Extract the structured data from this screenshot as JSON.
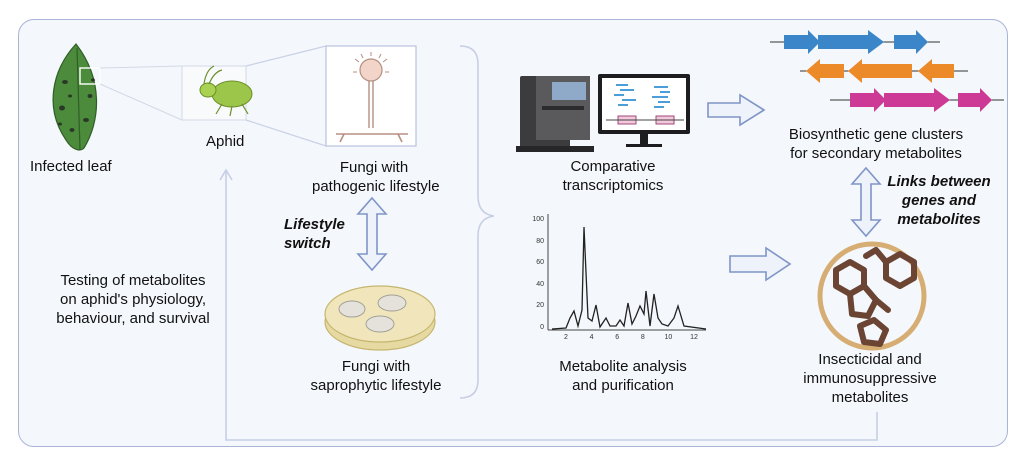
{
  "labels": {
    "infected_leaf": "Infected leaf",
    "aphid": "Aphid",
    "fungi_pathogenic": [
      "Fungi with",
      "pathogenic lifestyle"
    ],
    "lifestyle_switch": [
      "Lifestyle",
      "switch"
    ],
    "fungi_saprophytic": [
      "Fungi with",
      "saprophytic lifestyle"
    ],
    "testing": [
      "Testing of metabolites",
      "on aphid's physiology,",
      "behaviour, and survival"
    ],
    "comparative": [
      "Comparative",
      "transcriptomics"
    ],
    "metabolite_analysis": [
      "Metabolite analysis",
      "and purification"
    ],
    "bgc": [
      "Biosynthetic gene clusters",
      "for secondary metabolites"
    ],
    "links": [
      "Links between",
      "genes and",
      "metabolites"
    ],
    "insecticidal": [
      "Insecticidal and",
      "immunosuppressive",
      "metabolites"
    ]
  },
  "chromatogram_axis": {
    "y_ticks": [
      "100",
      "80",
      "60",
      "40",
      "20",
      "0"
    ],
    "x_ticks": [
      "2",
      "4",
      "6",
      "8",
      "10",
      "12"
    ]
  },
  "colors": {
    "panel_border": "#a9b4d8",
    "arrow_fill": "#eef2fb",
    "arrow_stroke": "#7f95c8",
    "gene_blue": "#3a86c8",
    "gene_orange": "#ec8a2a",
    "gene_magenta": "#cc3a96",
    "compound_brown": "#6b4434",
    "ring_tan": "#d6ad72"
  },
  "icons": [
    "leaf-icon",
    "aphid-icon",
    "fungus-icon",
    "petri-dish-icon",
    "sequencer-icon",
    "monitor-icon",
    "chromatogram-icon",
    "gene-cluster-icon",
    "compound-icon"
  ]
}
